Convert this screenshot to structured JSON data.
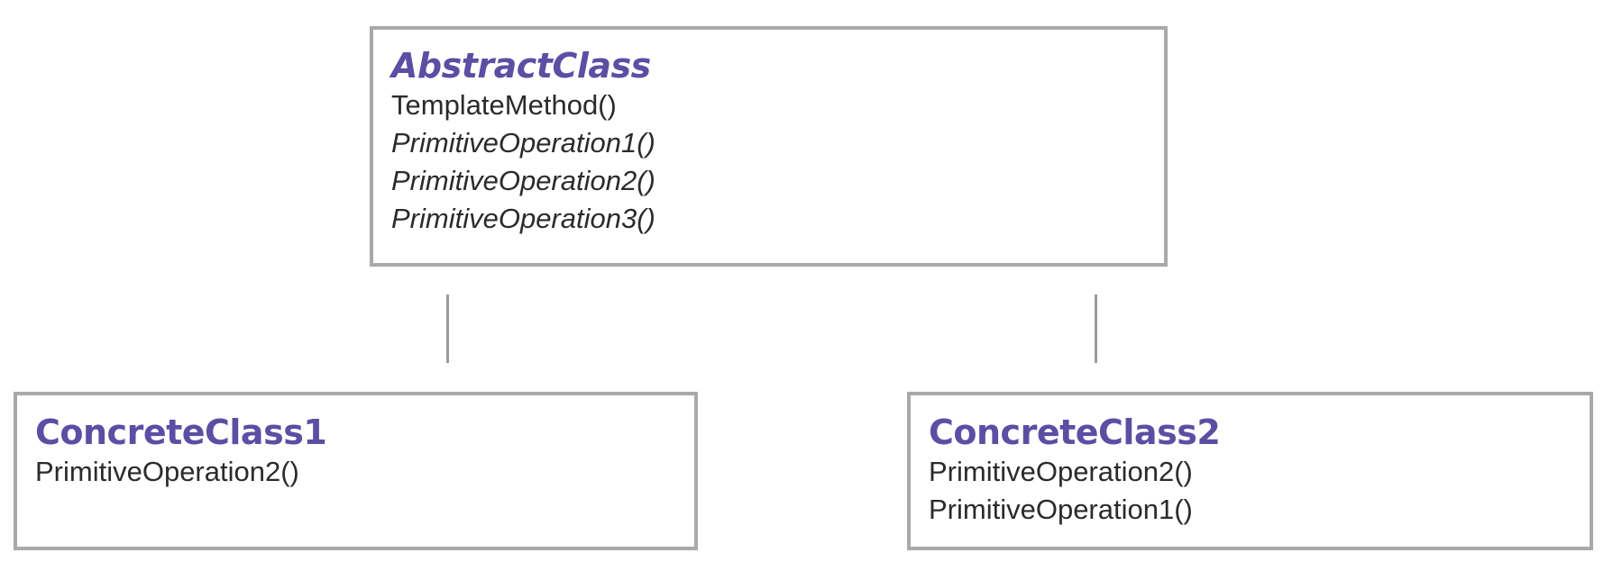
{
  "colors": {
    "class_name": "#5a4fa3",
    "text": "#2b2b2b",
    "border": "#a9a9a9",
    "connector": "#9a9a9a"
  },
  "abstract_class": {
    "name": "AbstractClass",
    "operations": [
      "TemplateMethod()",
      "PrimitiveOperation1()",
      "PrimitiveOperation2()",
      "PrimitiveOperation3()"
    ]
  },
  "concrete_class1": {
    "name": "ConcreteClass1",
    "operations": [
      "PrimitiveOperation2()"
    ]
  },
  "concrete_class2": {
    "name": "ConcreteClass2",
    "operations": [
      "PrimitiveOperation2()",
      "PrimitiveOperation1()"
    ]
  }
}
